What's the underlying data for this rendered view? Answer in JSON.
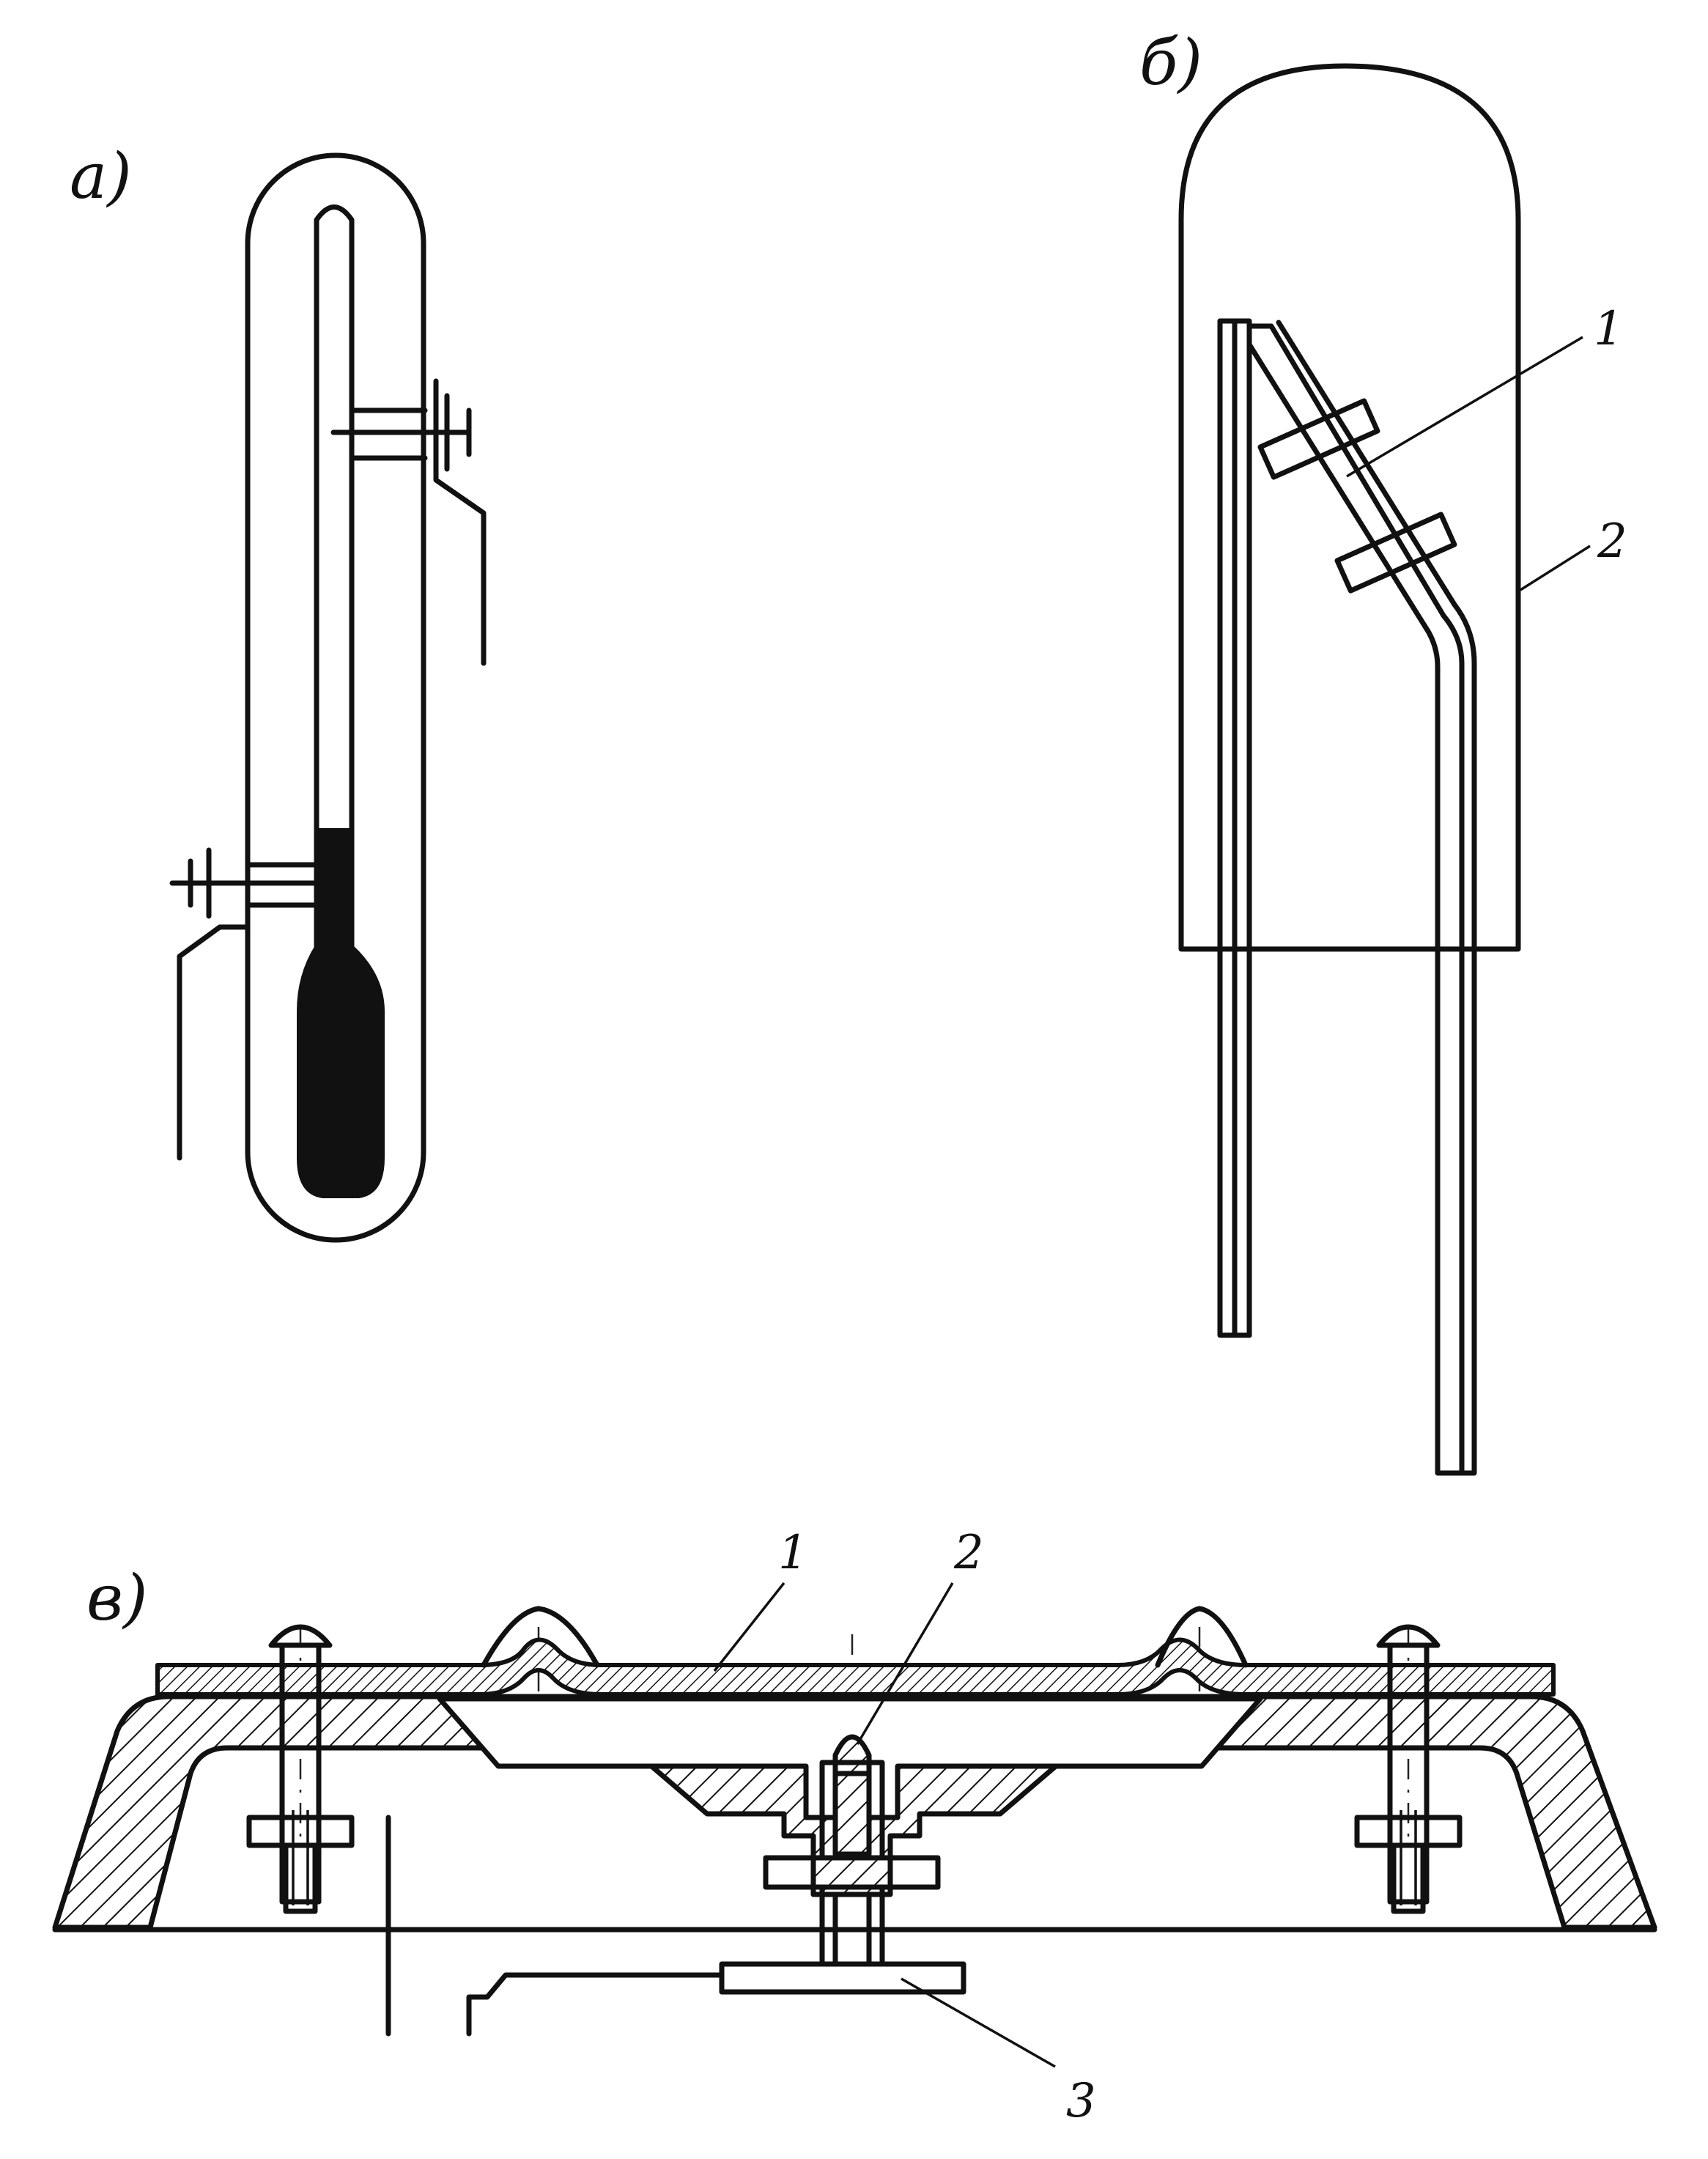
{
  "panels": {
    "a": {
      "label": "а)"
    },
    "b": {
      "label": "б)",
      "callouts": [
        "1",
        "2"
      ]
    },
    "c": {
      "label": "в)",
      "callouts": [
        "1",
        "2",
        "3"
      ]
    }
  },
  "colors": {
    "ink": "#111111",
    "paper": "#ffffff"
  }
}
